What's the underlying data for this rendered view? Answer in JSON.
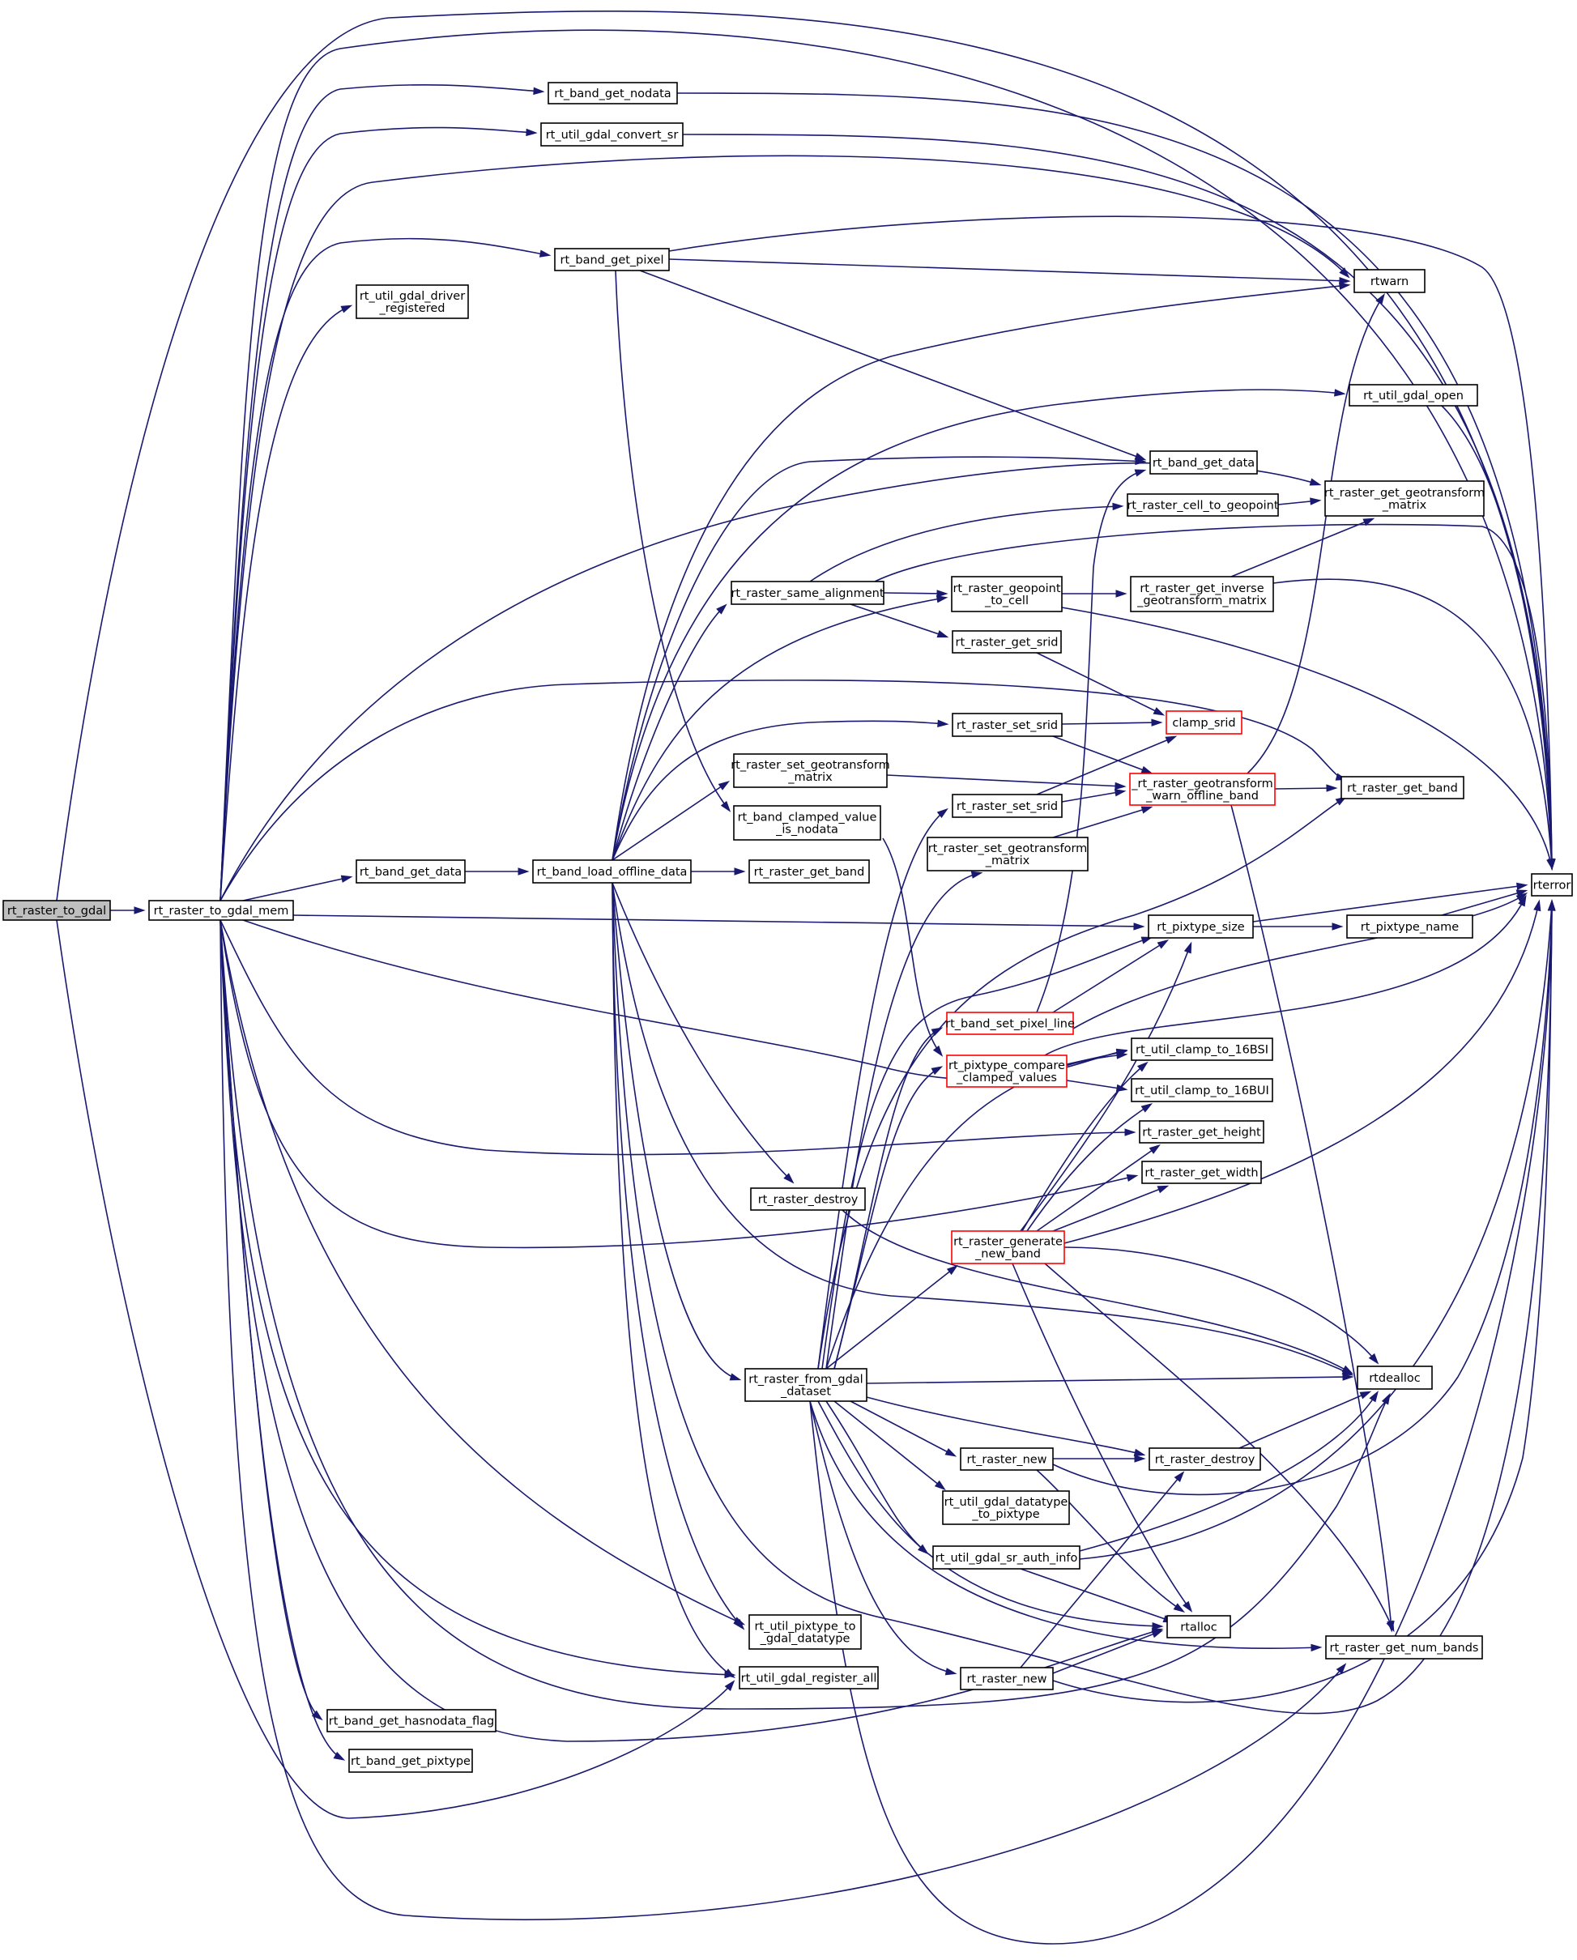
{
  "nodes": [
    {
      "id": "rt_raster_to_gdal",
      "lines": [
        "rt_raster_to_gdal"
      ],
      "style": "root"
    },
    {
      "id": "rt_raster_to_gdal_mem",
      "lines": [
        "rt_raster_to_gdal_mem"
      ]
    },
    {
      "id": "rt_band_get_nodata",
      "lines": [
        "rt_band_get_nodata"
      ]
    },
    {
      "id": "rt_util_gdal_convert_sr",
      "lines": [
        "rt_util_gdal_convert_sr"
      ]
    },
    {
      "id": "rt_band_get_pixel",
      "lines": [
        "rt_band_get_pixel"
      ]
    },
    {
      "id": "rt_util_gdal_driver_registered",
      "lines": [
        "rt_util_gdal_driver",
        "_registered"
      ]
    },
    {
      "id": "rtwarn",
      "lines": [
        "rtwarn"
      ]
    },
    {
      "id": "rt_util_gdal_open",
      "lines": [
        "rt_util_gdal_open"
      ]
    },
    {
      "id": "rt_band_get_data_top",
      "lines": [
        "rt_band_get_data"
      ]
    },
    {
      "id": "rt_raster_get_geotransform_matrix",
      "lines": [
        "rt_raster_get_geotransform",
        "_matrix"
      ]
    },
    {
      "id": "rt_raster_cell_to_geopoint",
      "lines": [
        "rt_raster_cell_to_geopoint"
      ]
    },
    {
      "id": "rt_raster_same_alignment",
      "lines": [
        "rt_raster_same_alignment"
      ]
    },
    {
      "id": "rt_raster_geopoint_to_cell",
      "lines": [
        "rt_raster_geopoint",
        "_to_cell"
      ]
    },
    {
      "id": "rt_raster_get_inverse_geotransform_matrix",
      "lines": [
        "rt_raster_get_inverse",
        "_geotransform_matrix"
      ]
    },
    {
      "id": "rt_raster_get_srid",
      "lines": [
        "rt_raster_get_srid"
      ]
    },
    {
      "id": "clamp_srid",
      "lines": [
        "clamp_srid"
      ],
      "style": "red"
    },
    {
      "id": "rt_raster_set_srid_a",
      "lines": [
        "rt_raster_set_srid"
      ]
    },
    {
      "id": "rt_raster_set_geotransform_matrix_a",
      "lines": [
        "rt_raster_set_geotransform",
        "_matrix"
      ]
    },
    {
      "id": "_rt_raster_geotransform_warn_offline_band",
      "lines": [
        "_rt_raster_geotransform",
        "_warn_offline_band"
      ],
      "style": "red"
    },
    {
      "id": "rt_raster_get_band_right",
      "lines": [
        "rt_raster_get_band"
      ]
    },
    {
      "id": "rt_band_clamped_value_is_nodata",
      "lines": [
        "rt_band_clamped_value",
        "_is_nodata"
      ]
    },
    {
      "id": "rt_raster_set_srid_b",
      "lines": [
        "rt_raster_set_srid"
      ]
    },
    {
      "id": "rt_raster_set_geotransform_matrix_b",
      "lines": [
        "rt_raster_set_geotransform",
        "_matrix"
      ]
    },
    {
      "id": "rt_band_get_data_left",
      "lines": [
        "rt_band_get_data"
      ]
    },
    {
      "id": "rt_band_load_offline_data",
      "lines": [
        "rt_band_load_offline_data"
      ]
    },
    {
      "id": "rt_raster_get_band_mid",
      "lines": [
        "rt_raster_get_band"
      ]
    },
    {
      "id": "rterror",
      "lines": [
        "rterror"
      ]
    },
    {
      "id": "rt_pixtype_size",
      "lines": [
        "rt_pixtype_size"
      ]
    },
    {
      "id": "rt_pixtype_name",
      "lines": [
        "rt_pixtype_name"
      ]
    },
    {
      "id": "rt_band_set_pixel_line",
      "lines": [
        "rt_band_set_pixel_line"
      ],
      "style": "red"
    },
    {
      "id": "rt_util_clamp_to_16BSI",
      "lines": [
        "rt_util_clamp_to_16BSI"
      ]
    },
    {
      "id": "rt_pixtype_compare_clamped_values",
      "lines": [
        "rt_pixtype_compare",
        "_clamped_values"
      ],
      "style": "red"
    },
    {
      "id": "rt_util_clamp_to_16BUI",
      "lines": [
        "rt_util_clamp_to_16BUI"
      ]
    },
    {
      "id": "rt_raster_get_height",
      "lines": [
        "rt_raster_get_height"
      ]
    },
    {
      "id": "rt_raster_get_width",
      "lines": [
        "rt_raster_get_width"
      ]
    },
    {
      "id": "rt_raster_destroy_left",
      "lines": [
        "rt_raster_destroy"
      ]
    },
    {
      "id": "rt_raster_generate_new_band",
      "lines": [
        "rt_raster_generate",
        "_new_band"
      ],
      "style": "red"
    },
    {
      "id": "rtdealloc",
      "lines": [
        "rtdealloc"
      ]
    },
    {
      "id": "rt_raster_from_gdal_dataset",
      "lines": [
        "rt_raster_from_gdal",
        "_dataset"
      ]
    },
    {
      "id": "rt_raster_new_a",
      "lines": [
        "rt_raster_new"
      ]
    },
    {
      "id": "rt_raster_destroy_right",
      "lines": [
        "rt_raster_destroy"
      ]
    },
    {
      "id": "rt_util_gdal_datatype_to_pixtype",
      "lines": [
        "rt_util_gdal_datatype",
        "_to_pixtype"
      ]
    },
    {
      "id": "rt_util_gdal_sr_auth_info",
      "lines": [
        "rt_util_gdal_sr_auth_info"
      ]
    },
    {
      "id": "rt_util_pixtype_to_gdal_datatype",
      "lines": [
        "rt_util_pixtype_to",
        "_gdal_datatype"
      ]
    },
    {
      "id": "rtalloc",
      "lines": [
        "rtalloc"
      ]
    },
    {
      "id": "rt_raster_get_num_bands",
      "lines": [
        "rt_raster_get_num_bands"
      ]
    },
    {
      "id": "rt_util_gdal_register_all",
      "lines": [
        "rt_util_gdal_register_all"
      ]
    },
    {
      "id": "rt_raster_new_b",
      "lines": [
        "rt_raster_new"
      ]
    },
    {
      "id": "rt_band_get_hasnodata_flag",
      "lines": [
        "rt_band_get_hasnodata_flag"
      ]
    },
    {
      "id": "rt_band_get_pixtype",
      "lines": [
        "rt_band_get_pixtype"
      ]
    }
  ],
  "colors": {
    "edge": "#191970",
    "node_border": "#000000",
    "highlight_border": "#ff0000",
    "root_fill": "#bfbfbf"
  }
}
